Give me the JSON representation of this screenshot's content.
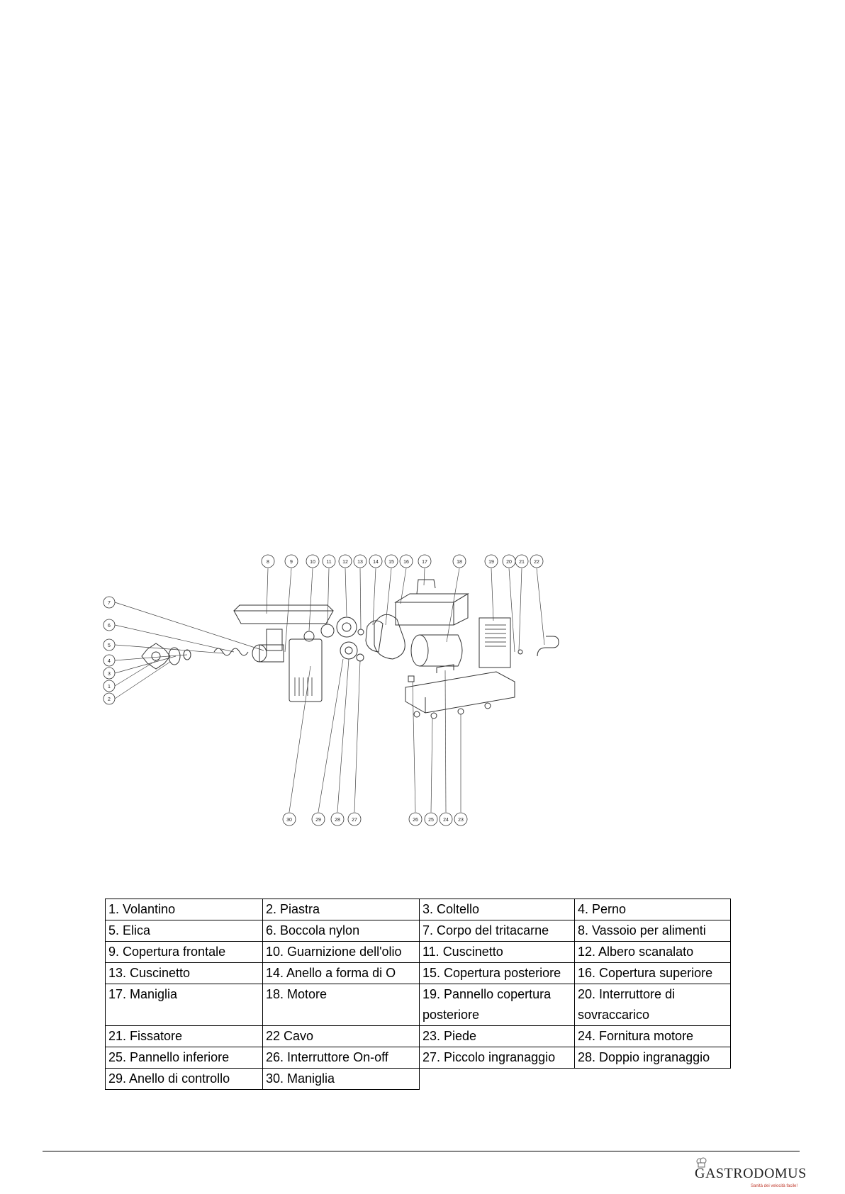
{
  "diagram": {
    "callouts": [
      "8",
      "9",
      "10",
      "11",
      "12",
      "13",
      "14",
      "15",
      "16",
      "17",
      "18",
      "19",
      "20",
      "21",
      "22",
      "7",
      "6",
      "5",
      "4",
      "3",
      "1",
      "2",
      "30",
      "29",
      "28",
      "27",
      "26",
      "25",
      "24",
      "23"
    ]
  },
  "parts_table": {
    "rows": [
      [
        "1. Volantino",
        "2. Piastra",
        "3. Coltello",
        "4. Perno"
      ],
      [
        "5. Elica",
        "6. Boccola nylon",
        "7. Corpo del tritacarne",
        "8. Vassoio per alimenti"
      ],
      [
        "9. Copertura frontale",
        "10. Guarnizione dell'olio",
        "11. Cuscinetto",
        "12. Albero scanalato"
      ],
      [
        "13. Cuscinetto",
        "14. Anello a forma di O",
        "15. Copertura posteriore",
        "16. Copertura superiore"
      ],
      [
        "17. Maniglia",
        "18. Motore",
        "19. Pannello copertura posteriore",
        "20. Interruttore di sovraccarico"
      ],
      [
        "21. Fissatore",
        "22 Cavo",
        "23. Piede",
        "24. Fornitura motore"
      ],
      [
        "25. Pannello inferiore",
        "26. Interruttore On-off",
        "27. Piccolo ingranaggio",
        "28. Doppio ingranaggio"
      ],
      [
        "29. Anello di controllo",
        "30. Maniglia",
        "",
        ""
      ]
    ]
  },
  "footer": {
    "logo_text": "GASTRODOMUS",
    "logo_tagline": "Sanità dei velocità facile!"
  }
}
